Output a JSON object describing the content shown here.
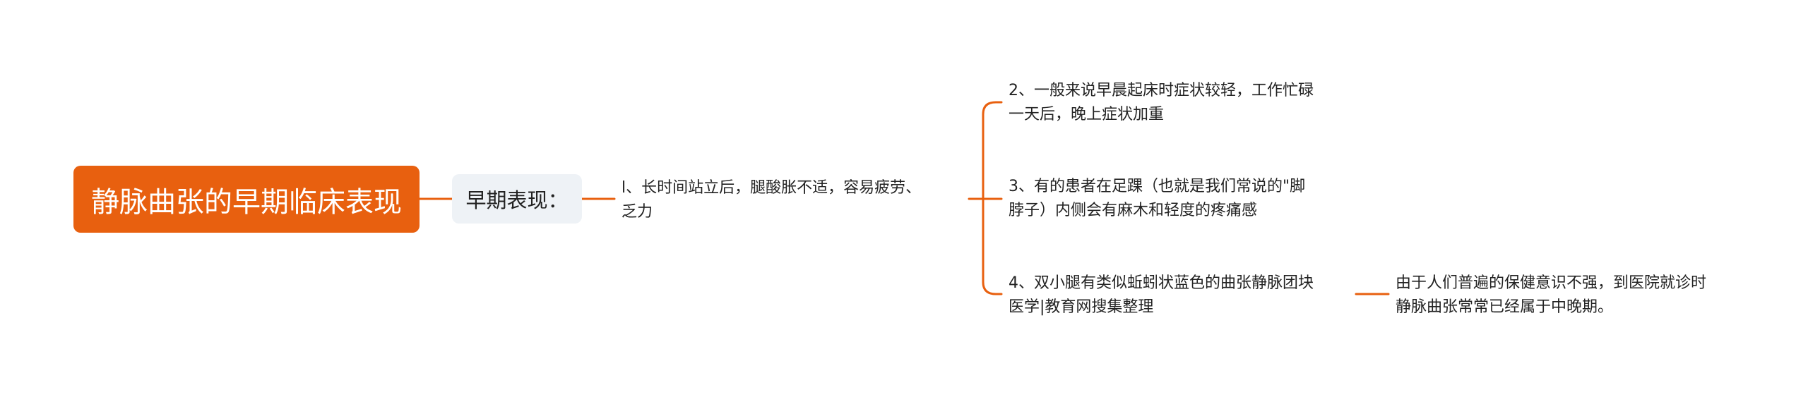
{
  "mindmap": {
    "root": {
      "label": "静脉曲张的早期临床表现"
    },
    "section": {
      "label": "早期表现："
    },
    "symptom_1": {
      "line1": "l、长时间站立后，腿酸胀不适，容易疲劳、",
      "line2": "乏力"
    },
    "symptom_2": {
      "line1": "2、一般来说早晨起床时症状较轻，工作忙碌",
      "line2": "一天后，晚上症状加重"
    },
    "symptom_3": {
      "line1": "3、有的患者在足踝（也就是我们常说的\"脚",
      "line2": "脖子）内侧会有麻木和轻度的疼痛感"
    },
    "symptom_4": {
      "line1": "4、双小腿有类似蚯蚓状蓝色的曲张静脉团块",
      "line2": "医学|教育网搜集整理"
    },
    "note": {
      "line1": "由于人们普遍的保健意识不强，到医院就诊时",
      "line2": "静脉曲张常常已经属于中晚期。"
    }
  },
  "colors": {
    "accent": "#e8600f",
    "subtopic_bg": "#eef2f6",
    "text": "#222222"
  }
}
